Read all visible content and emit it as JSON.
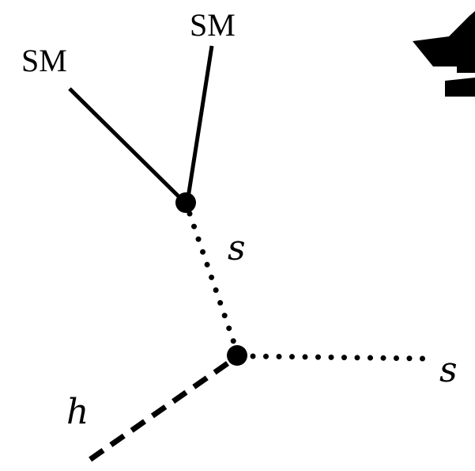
{
  "diagram": {
    "labels": {
      "sm_left": "SM",
      "sm_top": "SM",
      "scalar_upper": "s",
      "scalar_right": "s",
      "higgs": "h"
    },
    "line_styles": {
      "sm_lines": "solid",
      "scalar_lines": "dotted",
      "higgs_line": "dashed"
    },
    "colors": {
      "ink": "#000000",
      "background": "#ffffff"
    },
    "logo": "black-silhouette-logo-partial"
  }
}
